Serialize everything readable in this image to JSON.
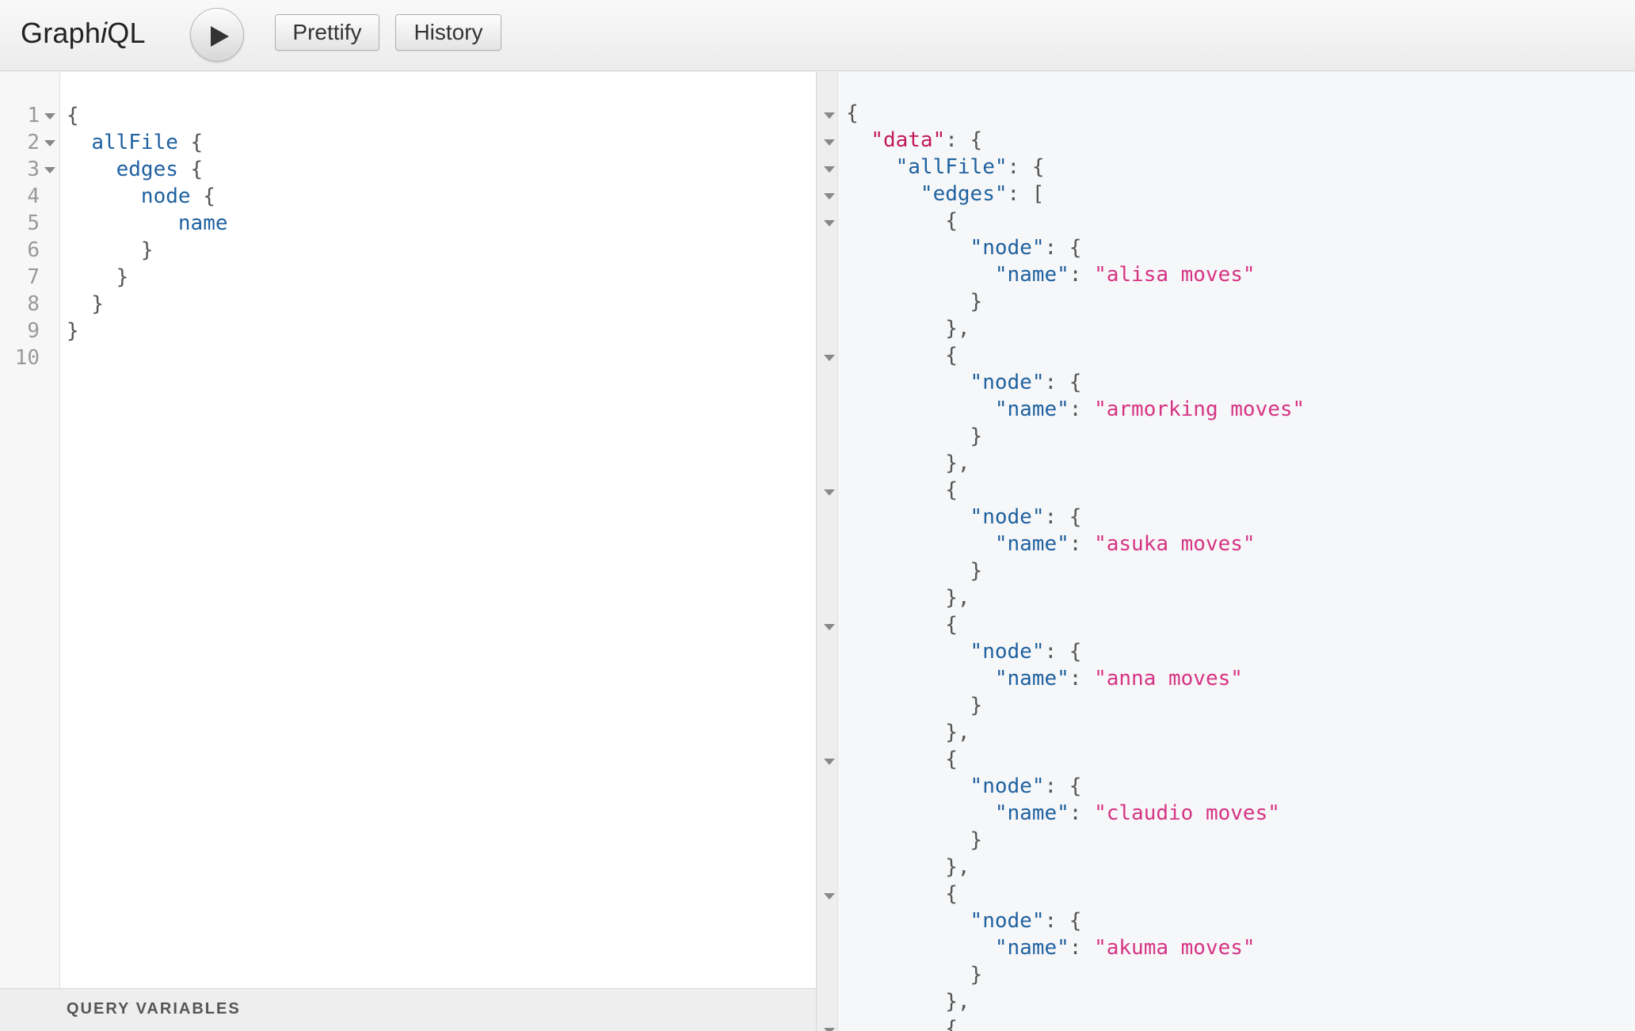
{
  "toolbar": {
    "logo_prefix": "Graph",
    "logo_italic": "i",
    "logo_suffix": "QL",
    "run_icon": "play-icon",
    "prettify_label": "Prettify",
    "history_label": "History"
  },
  "query_editor": {
    "line_numbers": [
      "1",
      "2",
      "3",
      "4",
      "5",
      "6",
      "7",
      "8",
      "9",
      "10"
    ],
    "lines": [
      {
        "indent": "",
        "field": "",
        "punct": "{"
      },
      {
        "indent": "  ",
        "field": "allFile",
        "punct": " {"
      },
      {
        "indent": "    ",
        "field": "edges",
        "punct": " {"
      },
      {
        "indent": "      ",
        "field": "node",
        "punct": " {"
      },
      {
        "indent": "         ",
        "field": "name",
        "punct": ""
      },
      {
        "indent": "      ",
        "field": "",
        "punct": "}"
      },
      {
        "indent": "    ",
        "field": "",
        "punct": "}"
      },
      {
        "indent": "  ",
        "field": "",
        "punct": "}"
      },
      {
        "indent": "",
        "field": "",
        "punct": "}"
      },
      {
        "indent": "",
        "field": "",
        "punct": ""
      }
    ]
  },
  "query_variables": {
    "label": "QUERY VARIABLES"
  },
  "result": {
    "data_key": "\"data\"",
    "allfile_key": "\"allFile\"",
    "edges_key": "\"edges\"",
    "node_key": "\"node\"",
    "name_key": "\"name\"",
    "names": [
      "\"alisa moves\"",
      "\"armorking moves\"",
      "\"asuka moves\"",
      "\"anna moves\"",
      "\"claudio moves\"",
      "\"akuma moves\""
    ]
  },
  "colors": {
    "field": "#1f61a0",
    "data_key": "#c2185b",
    "string": "#d63384",
    "punctuation": "#555555"
  }
}
